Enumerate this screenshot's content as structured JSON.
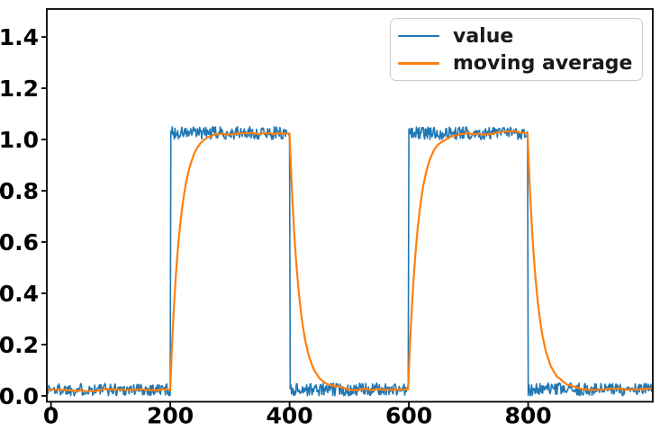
{
  "figure": {
    "background": "#ffffff",
    "plot_border_color": "#000000"
  },
  "legend": {
    "position": "upper right",
    "items": [
      {
        "label": "value",
        "color": "#1f77b4"
      },
      {
        "label": "moving average",
        "color": "#ff7f0e"
      }
    ]
  },
  "chart_data": {
    "type": "line",
    "title": "",
    "xlabel": "",
    "ylabel": "",
    "grid": false,
    "legend_position": "upper right",
    "xlim": [
      -7,
      1009
    ],
    "ylim": [
      -0.023,
      1.509
    ],
    "xticks": [
      0,
      200,
      400,
      600,
      800
    ],
    "yticks": [
      0.0,
      0.2,
      0.4,
      0.6,
      0.8,
      1.0,
      1.2,
      1.4
    ],
    "ytick_decimals": 1,
    "series": [
      {
        "name": "value",
        "color": "#1f77b4",
        "linewidth": 1.6,
        "kind": "square_wave_plus_noise",
        "description": "Square wave alternating between 0 and 1 with uniform positive noise of amplitude 0.05; appears as dense bands 0-0.05 (low) and 1.0-1.05 (high).",
        "segments": [
          {
            "x_from": -6,
            "x_to": 200,
            "level": 0
          },
          {
            "x_from": 200,
            "x_to": 400,
            "level": 1
          },
          {
            "x_from": 400,
            "x_to": 600,
            "level": 0
          },
          {
            "x_from": 600,
            "x_to": 800,
            "level": 1
          },
          {
            "x_from": 800,
            "x_to": 1008,
            "level": 0
          }
        ],
        "noise_amplitude": 0.05,
        "band_low": [
          0.0,
          0.05
        ],
        "band_high": [
          1.0,
          1.05
        ],
        "sample_step": 1.15,
        "seed": 1337
      },
      {
        "name": "moving average",
        "color": "#ff7f0e",
        "linewidth": 2.2,
        "kind": "exponential_moving_average_of_value",
        "description": "Exponential moving average of the value series; rises/decays exponentially after each step edge.",
        "ema_alpha_per_unit": 0.06,
        "initial_value": 0.025,
        "steady_state_low": 0.025,
        "steady_state_high": 1.025
      }
    ]
  }
}
